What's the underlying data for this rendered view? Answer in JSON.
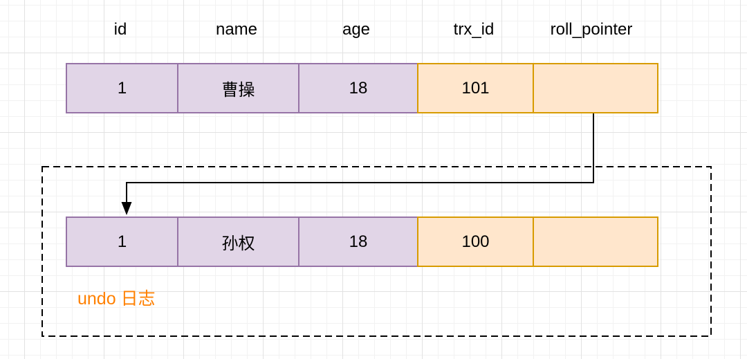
{
  "colors": {
    "purple_fill": "#E1D5E7",
    "purple_stroke": "#9673A6",
    "orange_fill": "#FFE6CC",
    "orange_stroke": "#D79B00",
    "undo_label": "#FF8000",
    "arrow": "#000000",
    "text": "#000000",
    "grid_minor": "#F2F2F2",
    "grid_major": "#E2E2E2",
    "background": "#FFFFFF"
  },
  "table": {
    "columns": [
      "id",
      "name",
      "age",
      "trx_id",
      "roll_pointer"
    ]
  },
  "current_row": {
    "cells": [
      "1",
      "曹操",
      "18",
      "101",
      ""
    ]
  },
  "undo_section": {
    "label": "undo 日志",
    "row": {
      "cells": [
        "1",
        "孙权",
        "18",
        "100",
        ""
      ]
    }
  }
}
